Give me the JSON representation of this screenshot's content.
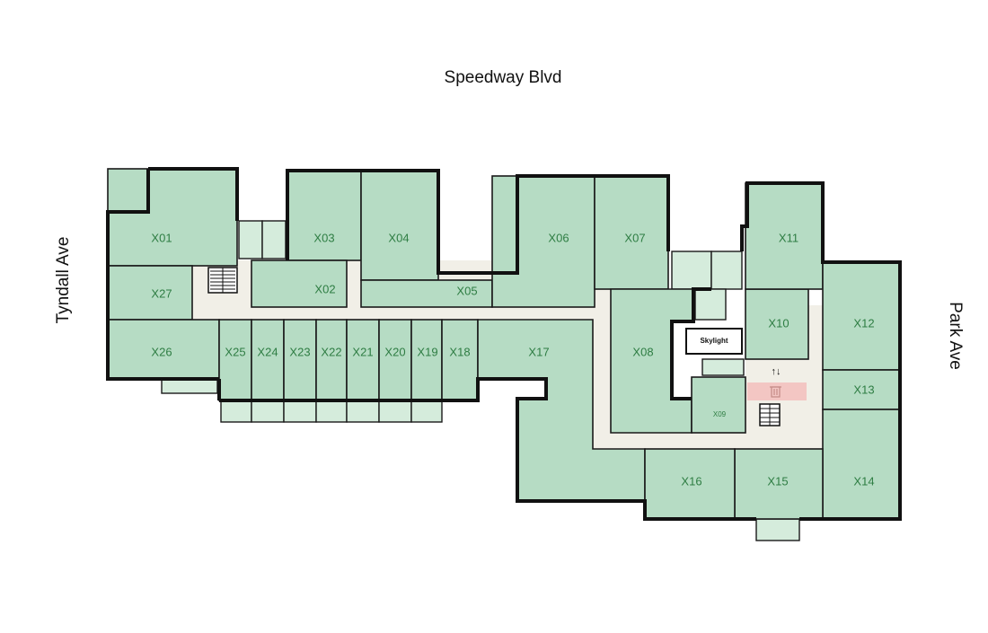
{
  "streets": {
    "north": "Speedway Blvd",
    "west": "Tyndall Ave",
    "east": "Park Ave"
  },
  "units": {
    "X01": "X01",
    "X02": "X02",
    "X03": "X03",
    "X04": "X04",
    "X05": "X05",
    "X06": "X06",
    "X07": "X07",
    "X08": "X08",
    "X09": "X09",
    "X10": "X10",
    "X11": "X11",
    "X12": "X12",
    "X13": "X13",
    "X14": "X14",
    "X15": "X15",
    "X16": "X16",
    "X17": "X17",
    "X18": "X18",
    "X19": "X19",
    "X20": "X20",
    "X21": "X21",
    "X22": "X22",
    "X23": "X23",
    "X24": "X24",
    "X25": "X25",
    "X26": "X26",
    "X27": "X27"
  },
  "features": {
    "skylight": "Skylight",
    "elevator_symbol": "↑↓",
    "stairs_icon": "stairs-icon",
    "trash_icon": "trash-icon",
    "elevator_icon": "elevator-icon"
  },
  "colors": {
    "unit_fill": "#b6dcc4",
    "balcony_fill": "#d5ecdc",
    "corridor_fill": "#f1efe7",
    "label_color": "#2e7d43",
    "trash_room": "#f3c6c3",
    "wall": "#111111"
  }
}
